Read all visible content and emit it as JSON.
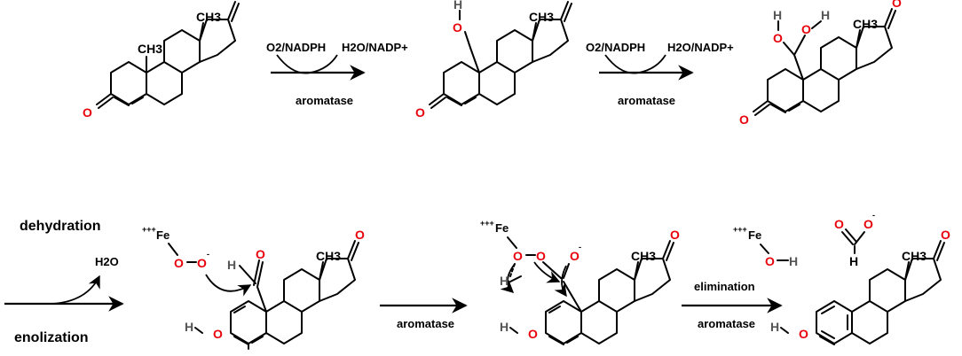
{
  "colors": {
    "oxygen": "#e8000b",
    "hydrogen": "#555555",
    "bond": "#000000"
  },
  "arrows": {
    "step1": {
      "above_left": "O2/NADPH",
      "above_right": "H2O/NADP+",
      "below": "aromatase"
    },
    "step2": {
      "above_left": "O2/NADPH",
      "above_right": "H2O/NADP+",
      "below": "aromatase"
    },
    "step3": {
      "above": "dehydration",
      "product": "H2O",
      "below": "enolization"
    },
    "step4": {
      "below": "aromatase"
    },
    "step5": {
      "above": "elimination",
      "below": "aromatase"
    }
  },
  "atoms": {
    "ch3": "CH3",
    "o": "O",
    "h": "H",
    "fe": "Fe",
    "fe_charge": "+++",
    "minus": "-"
  }
}
